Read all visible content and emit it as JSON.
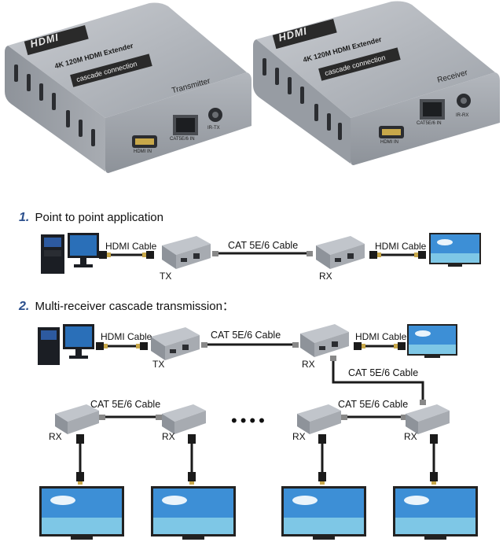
{
  "products": {
    "transmitter": {
      "brand": "HDMI",
      "model": "4K 120M HDMI Extender",
      "subtitle": "cascade connection",
      "role": "Transmitter",
      "port_hdmi": "HDMI IN",
      "port_cat": "CAT5E/6 IN",
      "port_ir": "IR-TX"
    },
    "receiver": {
      "brand": "HDMI",
      "model": "4K 120M HDMI Extender",
      "subtitle": "cascade connection",
      "role": "Receiver",
      "port_hdmi": "HDMI IN",
      "port_cat": "CAT5E/6 IN",
      "port_ir": "IR-RX"
    }
  },
  "section1": {
    "number": "1.",
    "title": "Point to point application",
    "hdmi_cable_left": "HDMI Cable",
    "cat_cable": "CAT 5E/6 Cable",
    "hdmi_cable_right": "HDMI Cable",
    "tx_label": "TX",
    "rx_label": "RX"
  },
  "section2": {
    "number": "2.",
    "title": "Multi-receiver cascade transmission：",
    "hdmi_cable_left": "HDMI Cable",
    "cat_cable_top": "CAT 5E/6 Cable",
    "hdmi_cable_right": "HDMI Cable",
    "cat_cable_down": "CAT 5E/6 Cable",
    "cat_cable_row_left": "CAT 5E/6 Cable",
    "cat_cable_row_right": "CAT 5E/6 Cable",
    "tx_label": "TX",
    "rx_label_top": "RX",
    "rx_labels": [
      "RX",
      "RX",
      "RX",
      "RX"
    ],
    "ellipsis": "••••"
  },
  "colors": {
    "device_body": "#9ea3aa",
    "device_top": "#b8bcc2",
    "brand_plate": "#2a2a2a",
    "section_number": "#2b4f8c",
    "tv_sky": "#3d8fd6",
    "monitor_sky": "#2a6fb8"
  }
}
